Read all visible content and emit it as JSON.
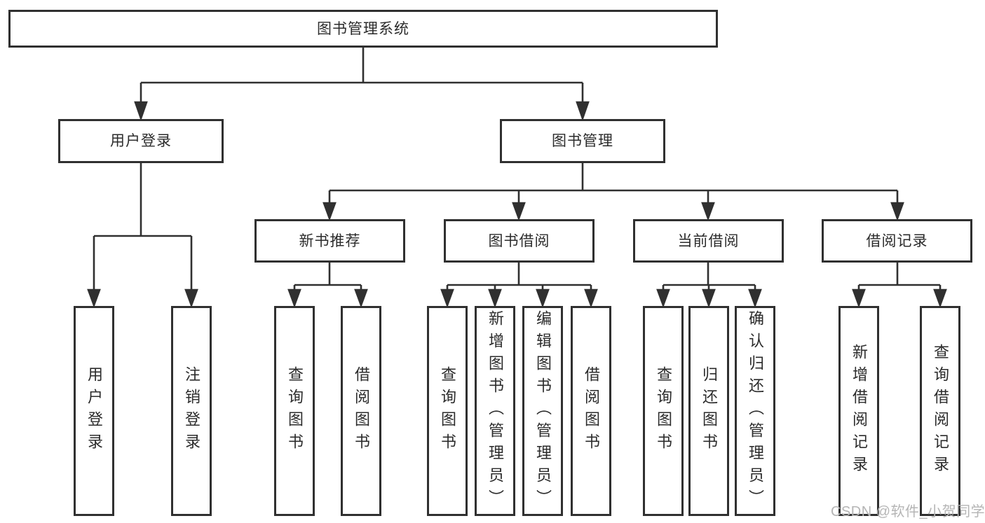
{
  "title": "图书管理系统",
  "colors": {
    "line": "#303030",
    "box_border": "#303030",
    "text": "#2b2b2b",
    "watermark": "#b5b5b5",
    "background": "#ffffff"
  },
  "nodes": {
    "root": {
      "label": "图书管理系统"
    },
    "userLogin": {
      "label": "用户登录"
    },
    "bookManagement": {
      "label": "图书管理"
    },
    "newBookRecommend": {
      "label": "新书推荐"
    },
    "bookBorrow": {
      "label": "图书借阅"
    },
    "currentBorrow": {
      "label": "当前借阅"
    },
    "borrowRecords": {
      "label": "借阅记录"
    },
    "leafUserLogin": {
      "label": "用户登录"
    },
    "leafLogout": {
      "label": "注销登录"
    },
    "leafQueryBooksA": {
      "label": "查询图书"
    },
    "leafBorrowBooksA": {
      "label": "借阅图书"
    },
    "leafQueryBooksB": {
      "label": "查询图书"
    },
    "leafAddBook": {
      "label": "新增图书（管理员）"
    },
    "leafEditBook": {
      "label": "编辑图书（管理员）"
    },
    "leafBorrowBooksB": {
      "label": "借阅图书"
    },
    "leafQueryBooksC": {
      "label": "查询图书"
    },
    "leafReturnBook": {
      "label": "归还图书"
    },
    "leafConfirmReturn": {
      "label": "确认归还（管理员）"
    },
    "leafAddBorrowRecord": {
      "label": "新增借阅记录"
    },
    "leafQueryBorrowRecord": {
      "label": "查询借阅记录"
    }
  },
  "hierarchy": {
    "图书管理系统": [
      "用户登录",
      "图书管理"
    ],
    "用户登录": [
      "用户登录",
      "注销登录"
    ],
    "图书管理": [
      "新书推荐",
      "图书借阅",
      "当前借阅",
      "借阅记录"
    ],
    "新书推荐": [
      "查询图书",
      "借阅图书"
    ],
    "图书借阅": [
      "查询图书",
      "新增图书（管理员）",
      "编辑图书（管理员）",
      "借阅图书"
    ],
    "当前借阅": [
      "查询图书",
      "归还图书",
      "确认归还（管理员）"
    ],
    "借阅记录": [
      "新增借阅记录",
      "查询借阅记录"
    ]
  },
  "watermark": {
    "text": "CSDN @软件_小贺同学"
  }
}
